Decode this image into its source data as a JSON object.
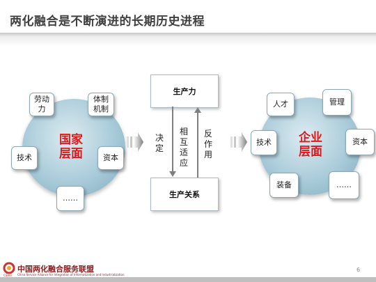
{
  "title": "两化融合是不断演进的长期历史进程",
  "left": {
    "center_line1": "国家",
    "center_line2": "层面",
    "nodes": {
      "labor": "劳动\n力",
      "system": "体制\n机制",
      "tech": "技术",
      "capital": "资本",
      "etc": "……"
    }
  },
  "middle": {
    "top_box": "生产力",
    "bottom_box": "生产关系",
    "left_label": "决定",
    "center_label": "相互适应",
    "right_label": "反作用"
  },
  "right": {
    "center_line1": "企业",
    "center_line2": "层面",
    "nodes": {
      "talent": "人才",
      "management": "管理",
      "tech": "技术",
      "capital": "资本",
      "equipment": "装备",
      "etc": "……"
    }
  },
  "footer": {
    "org_name": "中国两化融合服务联盟",
    "org_sub": "China Service Alliance for Integration of Informatization and Industrialization",
    "logo_text": "CSAIII",
    "page_number": "6"
  },
  "colors": {
    "highlight_text": "#e01818",
    "circle_fill": "#a9cbd9",
    "node_border": "#8aa7b8"
  }
}
